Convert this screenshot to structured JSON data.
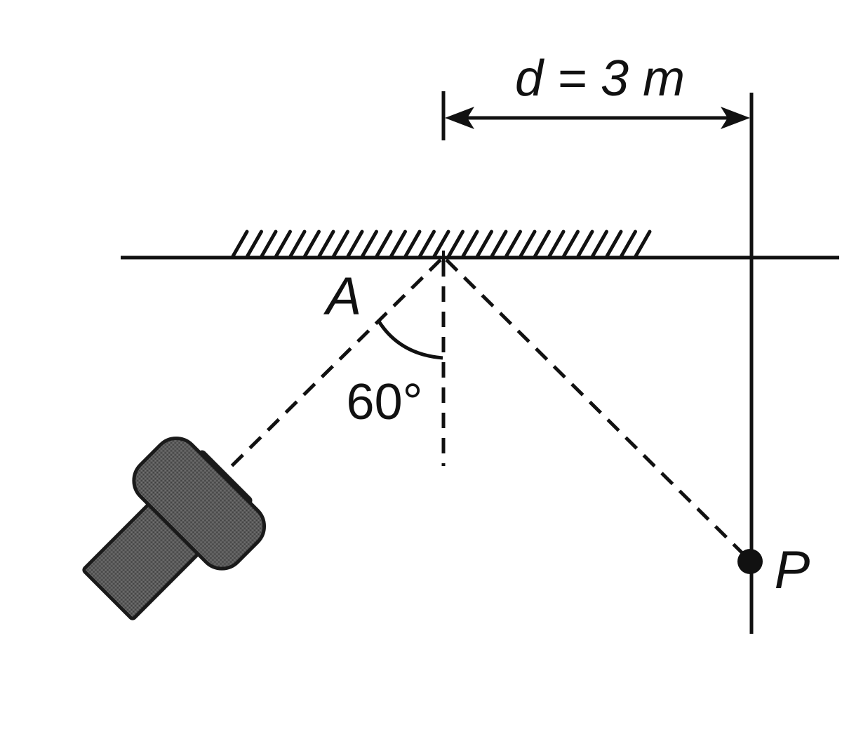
{
  "labels": {
    "distance": "d = 3 m",
    "point_a": "A",
    "angle": "60°",
    "point_p": "P"
  },
  "colors": {
    "ink": "#111111",
    "torch_body": "#4a4a4a",
    "torch_head": "#5c5c5c"
  }
}
